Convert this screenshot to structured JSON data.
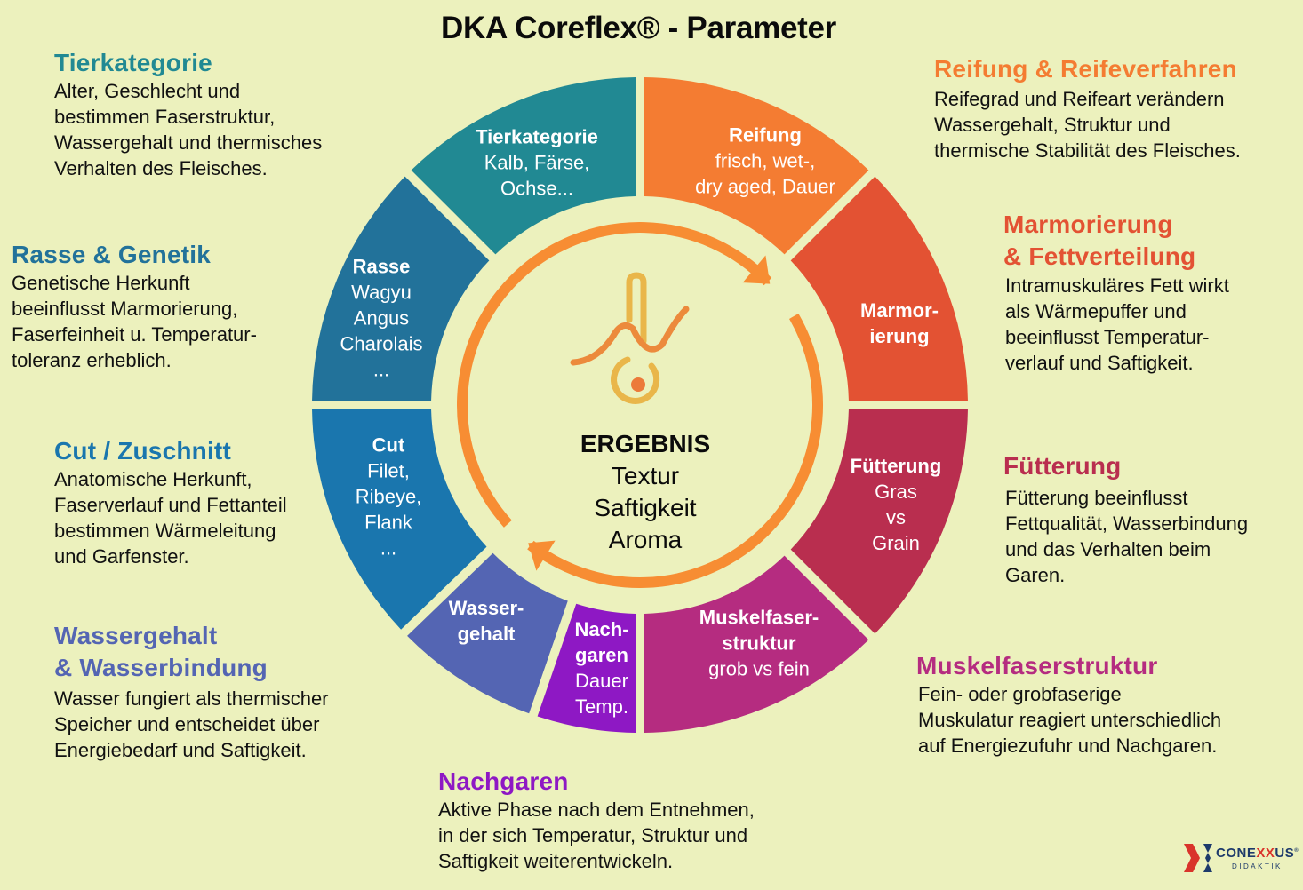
{
  "title": "DKA Coreflex® - Parameter",
  "colors": {
    "background": "#ecf1bd",
    "tierkategorie": "#218993",
    "rasse": "#22729a",
    "cut": "#1a76ae",
    "wasser": "#5465b3",
    "nachgaren": "#8e18c4",
    "muskelfaser": "#b52c80",
    "fuetterung": "#b92e4f",
    "marmorierung": "#e35233",
    "reifung": "#f47c32",
    "cycle_arrow": "#f78d33"
  },
  "descriptions": {
    "tierkategorie": {
      "heading": "Tierkategorie",
      "text": "Alter, Geschlecht und\nbestimmen Faserstruktur,\nWassergehalt und thermisches\nVerhalten des Fleisches."
    },
    "rasse": {
      "heading": "Rasse & Genetik",
      "text": "Genetische Herkunft\nbeeinflusst Marmorierung,\nFaserfeinheit u. Temperatur-\ntoleranz erheblich."
    },
    "cut": {
      "heading": "Cut / Zuschnitt",
      "text": "Anatomische Herkunft,\nFaserverlauf und Fettanteil\nbestimmen Wärmeleitung\nund Garfenster."
    },
    "wasser": {
      "heading": "Wassergehalt\n& Wasserbindung",
      "text": "Wasser fungiert als thermischer\nSpeicher und entscheidet über\nEnergiebedarf und Saftigkeit."
    },
    "nachgaren": {
      "heading": "Nachgaren",
      "text": "Aktive Phase nach dem Entnehmen,\nin der sich Temperatur, Struktur und\nSaftigkeit weiterentwickeln."
    },
    "reifung": {
      "heading": "Reifung & Reifeverfahren",
      "text": "Reifegrad und Reifeart verändern\nWassergehalt, Struktur und\nthermische Stabilität des Fleisches."
    },
    "marmorierung": {
      "heading": "Marmorierung\n& Fettverteilung",
      "text": "Intramuskuläres Fett wirkt\nals Wärmepuffer und\nbeeinflusst Temperatur-\nverlauf und Saftigkeit."
    },
    "fuetterung": {
      "heading": "Fütterung",
      "text": "Fütterung beeinflusst\nFettqualität, Wasserbindung\nund das Verhalten beim\nGaren."
    },
    "muskelfaser": {
      "heading": "Muskelfaserstruktur",
      "text": "Fein- oder grobfaserige\nMuskulatur reagiert unterschiedlich\nauf Energiezufuhr und Nachgaren."
    }
  },
  "wheel": {
    "segments": [
      {
        "key": "reifung",
        "bold": "Reifung",
        "regular": "frisch, wet-,\ndry aged, Dauer"
      },
      {
        "key": "marmorierung",
        "bold": "Marmor-\nierung",
        "regular": ""
      },
      {
        "key": "fuetterung",
        "bold": "Fütterung",
        "regular": "Gras\nvs\nGrain"
      },
      {
        "key": "muskelfaser",
        "bold": "Muskelfaser-\nstruktur",
        "regular": "grob vs fein"
      },
      {
        "key": "nachgaren",
        "bold": "Nach-\ngaren",
        "regular": "Dauer\nTemp."
      },
      {
        "key": "wasser",
        "bold": "Wasser-\ngehalt",
        "regular": ""
      },
      {
        "key": "cut",
        "bold": "Cut",
        "regular": "Filet,\nRibeye,\nFlank\n..."
      },
      {
        "key": "rasse",
        "bold": "Rasse",
        "regular": "Wagyu\nAngus\nCharolais\n..."
      },
      {
        "key": "tierkategorie",
        "bold": "Tierkategorie",
        "regular": "Kalb, Färse,\nOchse..."
      }
    ]
  },
  "center": {
    "icon": "thermometer-wave-icon",
    "heading": "ERGEBNIS",
    "lines": [
      "Textur",
      "Saftigkeit",
      "Aroma"
    ]
  },
  "logo": {
    "prefix": "CONE",
    "accent": "XX",
    "suffix": "US",
    "mark": "®",
    "subtitle": "DIDAKTIK"
  }
}
